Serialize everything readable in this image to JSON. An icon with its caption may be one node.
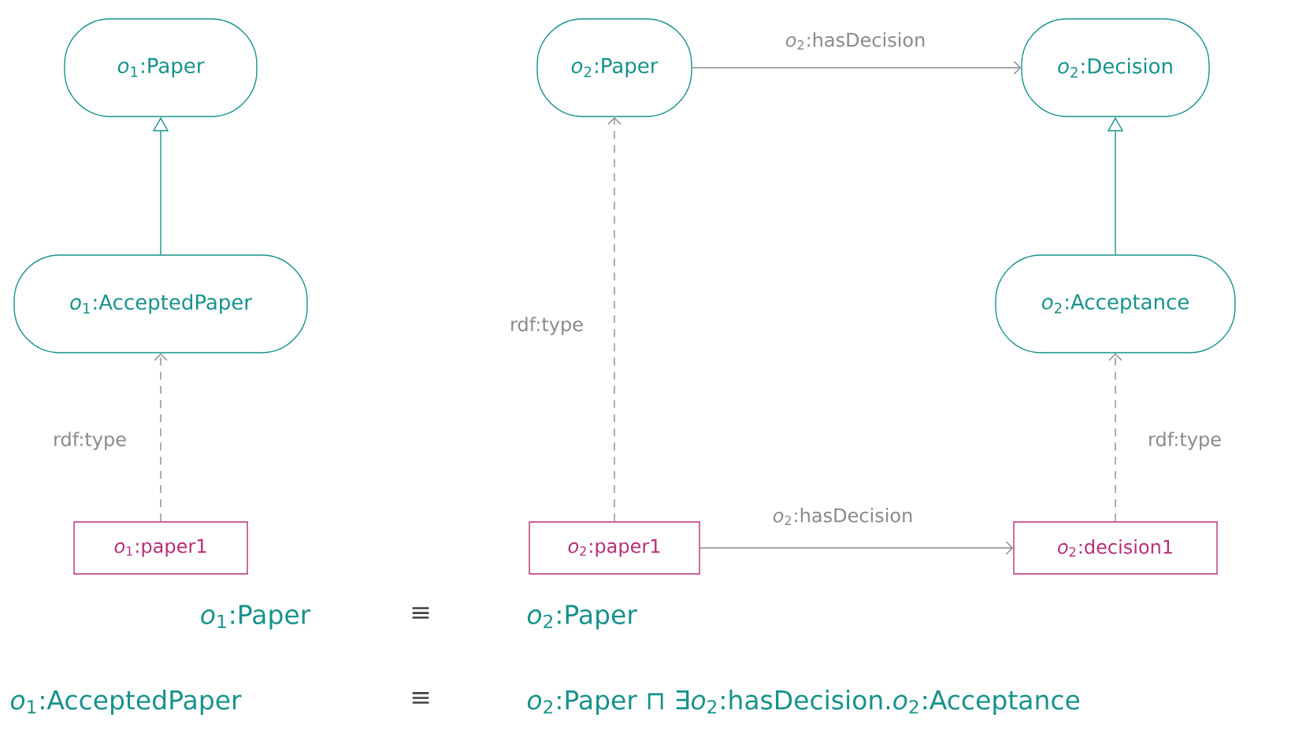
{
  "diagram": {
    "nodes": [
      {
        "text": [
          "*o*$_{1}$:Paper"
        ]
      },
      {
        "text": [
          "*o*$_{1}$:AcceptedPaper"
        ]
      },
      {
        "text": [
          "*o*$_{1}$:paper1"
        ]
      },
      {
        "text": [
          "*o*$_{2}$:Paper"
        ]
      },
      {
        "text": [
          "*o*$_{2}$:Decision"
        ]
      },
      {
        "text": [
          "*o*$_{2}$:Acceptance"
        ]
      },
      {
        "text": [
          "*o*$_{2}$:paper1"
        ]
      },
      {
        "text": [
          "*o*$_{2}$:decision1"
        ]
      }
    ],
    "edges": [
      {
        "from": 1,
        "to": 0,
        "arrow": "to",
        "color": "#16928c"
      },
      {
        "from": 2,
        "to": 1,
        "arrow": "to",
        "style": "dashed",
        "label": "rdf:type"
      },
      {
        "from": 3,
        "to": 4,
        "arrow": "to",
        "label": "*o*$_{2}$:hasDecision"
      },
      {
        "from": 6,
        "to": 3,
        "arrow": "to",
        "style": "dashed",
        "label": "rdf:type"
      },
      {
        "from": 5,
        "to": 4,
        "arrow": "to",
        "color": "#16928c"
      },
      {
        "from": 7,
        "to": 5,
        "arrow": "to",
        "style": "dashed",
        "label": "rdf:type"
      },
      {
        "from": 6,
        "to": 7,
        "arrow": "to",
        "label": "*o*$_{2}$:hasDecision"
      }
    ],
    "labels": [
      "*o*$_{1}$:Paper",
      "≡",
      "*o*$_{2}$:Paper",
      "*o*$_{1}$:AcceptedPaper",
      "≡",
      "*o*$_{2}$:Paper ⊓ ∃*o*$_{2}$:hasDecision.*o*$_{2}$:Acceptance"
    ]
  }
}
